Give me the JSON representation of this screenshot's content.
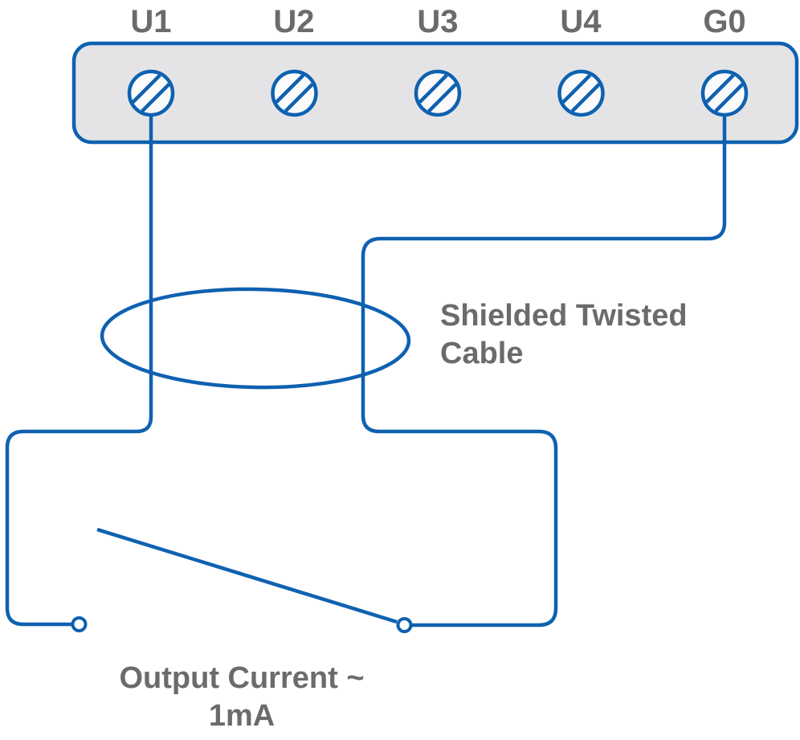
{
  "colors": {
    "wire_blue": "#0e61b0",
    "block_fill": "#e4e4e6",
    "screw_fill": "#fbfbfd",
    "text_gray": "#6b6b6b"
  },
  "terminal_block": {
    "terminals": [
      {
        "label": "U1"
      },
      {
        "label": "U2"
      },
      {
        "label": "U3"
      },
      {
        "label": "U4"
      },
      {
        "label": "G0"
      }
    ]
  },
  "annotations": {
    "cable_label": {
      "line1": "Shielded Twisted",
      "line2": "Cable"
    },
    "output_label": {
      "line1": "Output Current ~",
      "line2": "1mA"
    }
  }
}
